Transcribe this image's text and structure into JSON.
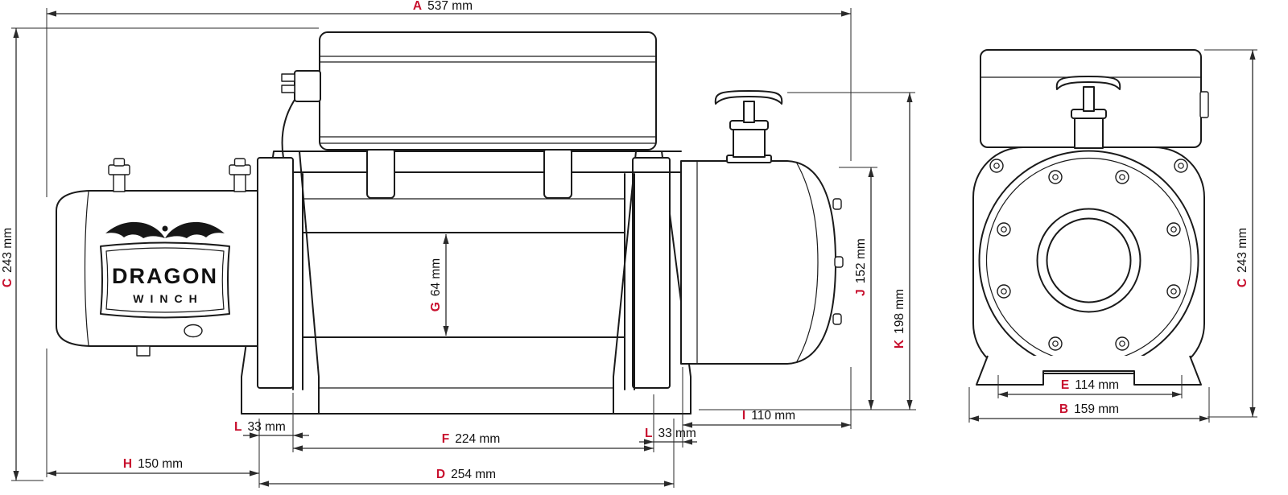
{
  "title": "Winch dimensional drawing",
  "brand": {
    "name_top": "DRAGON",
    "name_bottom": "WINCH"
  },
  "colors": {
    "dim_letter": "#c8102e",
    "dim_value": "#111111",
    "line": "#1a1a1a",
    "background": "#ffffff"
  },
  "dims": {
    "A": {
      "letter": "A",
      "value": "537 mm"
    },
    "B": {
      "letter": "B",
      "value": "159 mm"
    },
    "C_side": {
      "letter": "C",
      "value": "243 mm"
    },
    "C_front": {
      "letter": "C",
      "value": "243 mm"
    },
    "D": {
      "letter": "D",
      "value": "254 mm"
    },
    "E": {
      "letter": "E",
      "value": "114 mm"
    },
    "F": {
      "letter": "F",
      "value": "224 mm"
    },
    "G": {
      "letter": "G",
      "value": "64 mm"
    },
    "H": {
      "letter": "H",
      "value": "150 mm"
    },
    "I": {
      "letter": "I",
      "value": "110 mm"
    },
    "J": {
      "letter": "J",
      "value": "152 mm"
    },
    "K": {
      "letter": "K",
      "value": "198 mm"
    },
    "L_left": {
      "letter": "L",
      "value": "33 mm"
    },
    "L_right": {
      "letter": "L",
      "value": "33 mm"
    }
  }
}
